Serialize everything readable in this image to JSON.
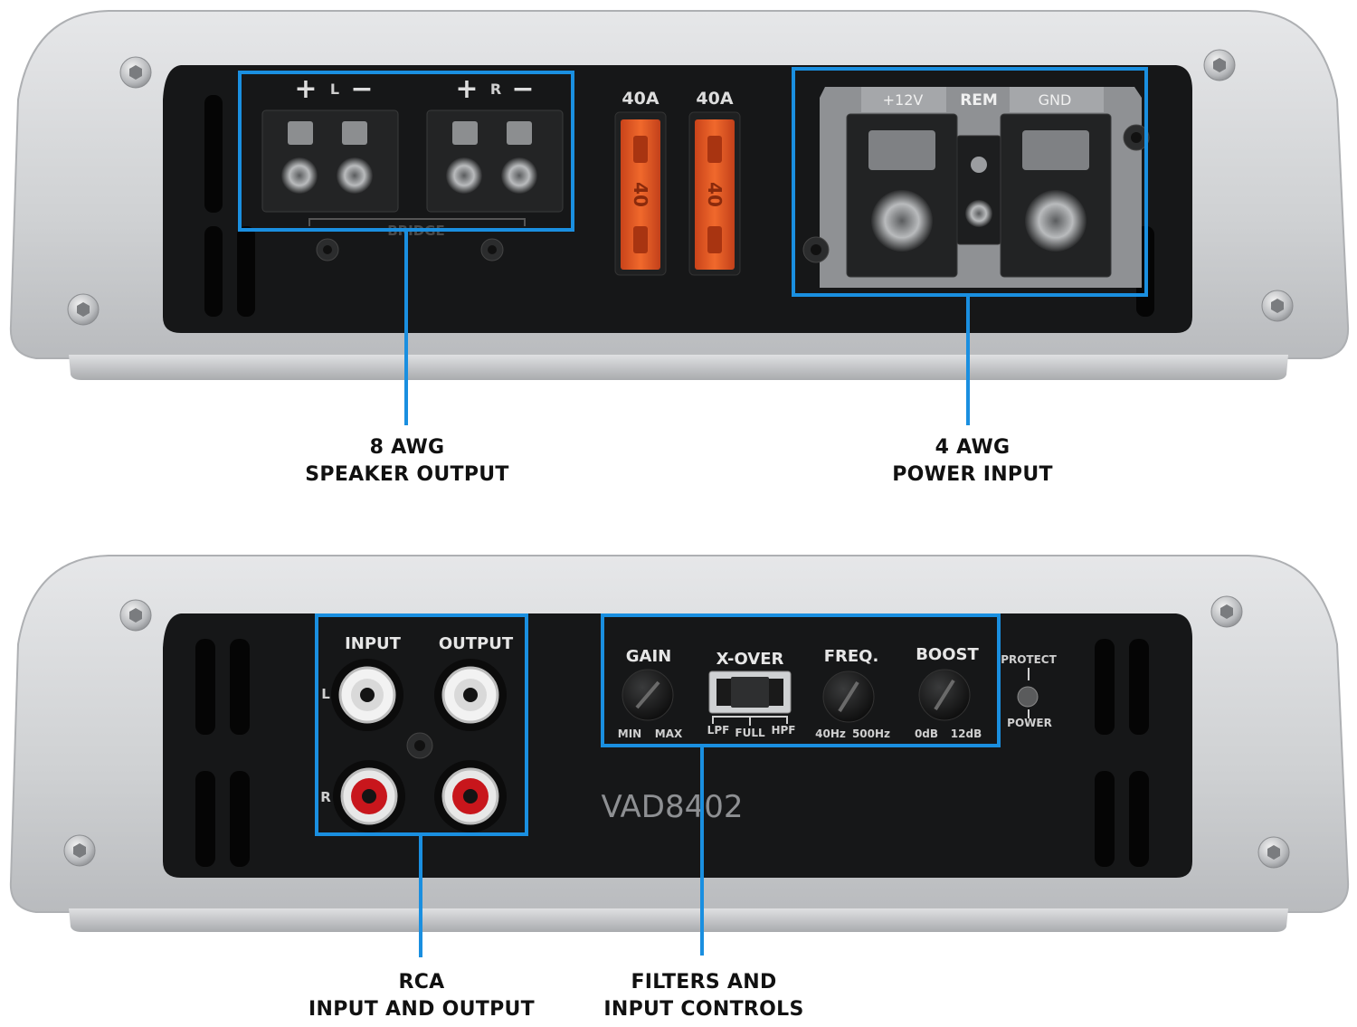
{
  "colors": {
    "accent": "#1a8fe0",
    "chassis": "#d4d6d8",
    "panel": "#161718",
    "fuse": "#e0541e",
    "rca_red": "#c8161c",
    "rca_white": "#f2f2f2"
  },
  "icons": [
    "screw-icon",
    "fuse-icon",
    "terminal-block-icon",
    "rca-jack-icon",
    "knob-icon",
    "slide-switch-icon",
    "led-icon"
  ],
  "top_panel": {
    "speaker": {
      "left_plus": "+",
      "left_channel": "L",
      "left_minus": "−",
      "right_plus": "+",
      "right_channel": "R",
      "right_minus": "−",
      "bridge": "BRIDGE"
    },
    "fuses": [
      {
        "rating": "40A",
        "marking": "40"
      },
      {
        "rating": "40A",
        "marking": "40"
      }
    ],
    "power": {
      "plus12v": "+12V",
      "rem": "REM",
      "gnd": "GND"
    }
  },
  "bottom_panel": {
    "rca": {
      "input": "INPUT",
      "output": "OUTPUT",
      "left": "L",
      "right": "R"
    },
    "controls": {
      "gain": {
        "label": "GAIN",
        "min": "MIN",
        "max": "MAX"
      },
      "xover": {
        "label": "X-OVER",
        "lpf": "LPF",
        "full": "FULL",
        "hpf": "HPF"
      },
      "freq": {
        "label": "FREQ.",
        "min": "40Hz",
        "max": "500Hz"
      },
      "boost": {
        "label": "BOOST",
        "min": "0dB",
        "max": "12dB"
      }
    },
    "protect": "PROTECT",
    "power": "POWER",
    "model": "VAD8402"
  },
  "callouts": {
    "speaker_output": {
      "line1": "8 AWG",
      "line2": "SPEAKER OUTPUT"
    },
    "power_input": {
      "line1": "4 AWG",
      "line2": "POWER INPUT"
    },
    "rca": {
      "line1": "RCA",
      "line2": "INPUT AND OUTPUT"
    },
    "filters": {
      "line1": "FILTERS AND",
      "line2": "INPUT CONTROLS"
    }
  }
}
